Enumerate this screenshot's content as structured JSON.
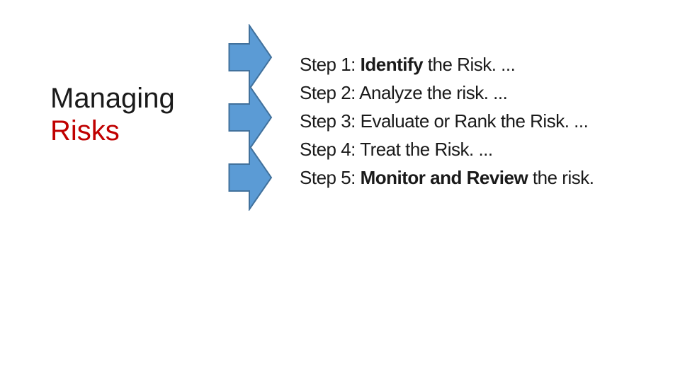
{
  "slide": {
    "background_color": "#ffffff",
    "text_color": "#1a1a1a",
    "title": {
      "line1": "Managing",
      "line2": "Risks",
      "line1_color": "#1a1a1a",
      "line2_color": "#c00000"
    },
    "arrows": {
      "direction": "right",
      "fill_color": "#5b9bd5",
      "stroke_color": "#41719c",
      "tops": [
        34,
        119,
        204
      ]
    },
    "steps": [
      {
        "segments": [
          {
            "text": "Step 1: ",
            "bold": false
          },
          {
            "text": "Identify",
            "bold": true
          },
          {
            "text": " the Risk. ...",
            "bold": false
          }
        ]
      },
      {
        "segments": [
          {
            "text": "Step 2: Analyze the risk. ...",
            "bold": false
          }
        ]
      },
      {
        "segments": [
          {
            "text": "Step 3: Evaluate or Rank the Risk. ...",
            "bold": false
          }
        ]
      },
      {
        "segments": [
          {
            "text": "Step 4: Treat the Risk. ...",
            "bold": false
          }
        ]
      },
      {
        "segments": [
          {
            "text": "Step 5: ",
            "bold": false
          },
          {
            "text": "Monitor and Review",
            "bold": true
          },
          {
            "text": " the risk.",
            "bold": false
          }
        ]
      }
    ]
  }
}
